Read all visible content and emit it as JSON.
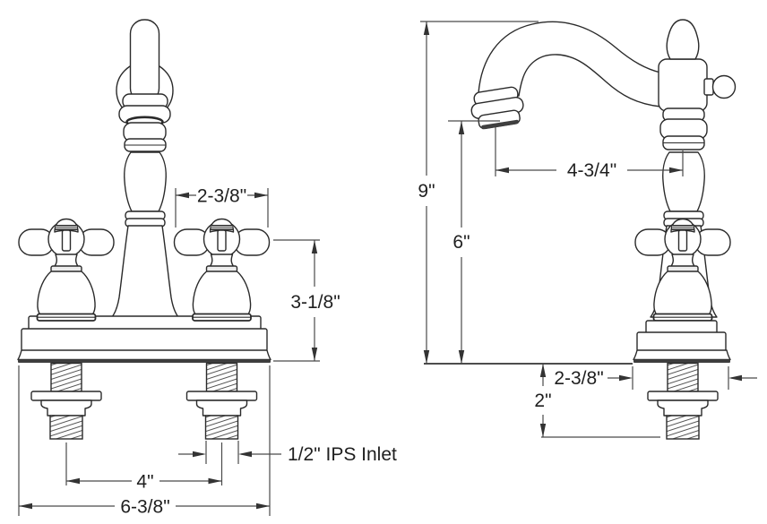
{
  "drawing": {
    "background": "#ffffff",
    "line_color": "#2a2a2a",
    "dimension_color": "#4a4a4a",
    "dimensions": {
      "front": {
        "handle_width": "2-3/8\"",
        "deck_to_handle_height": "3-1/8\"",
        "faucet_hole_spacing": "4\"",
        "overall_base_width": "6-3/8\"",
        "inlet_label": "1/2\" IPS Inlet"
      },
      "side": {
        "overall_height": "9\"",
        "spout_clearance_height": "6\"",
        "spout_reach": "4-3/4\"",
        "base_depth": "2-3/8\"",
        "shank_length": "2\""
      }
    }
  }
}
